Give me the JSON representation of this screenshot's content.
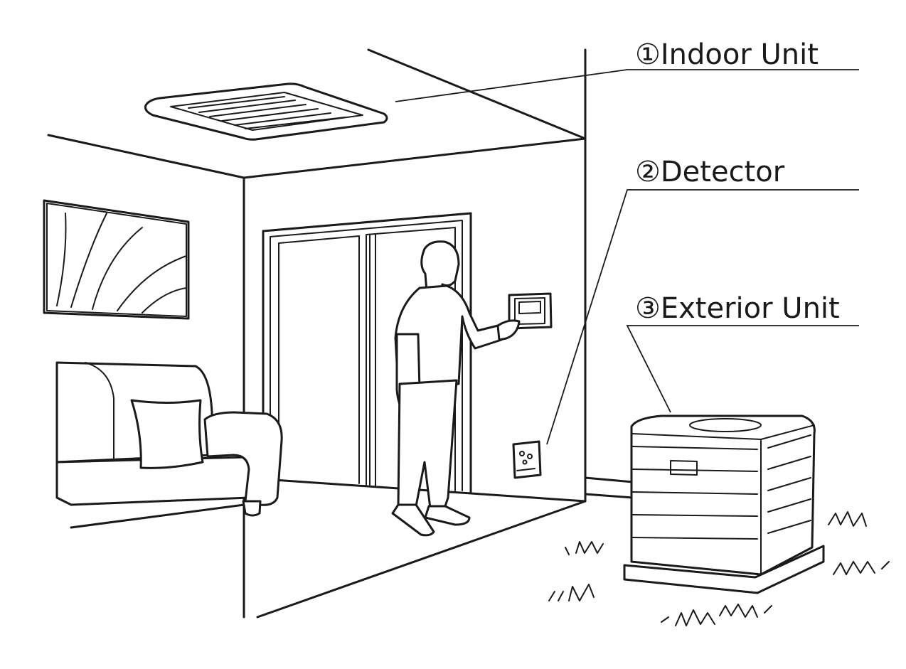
{
  "labels": [
    {
      "id": "indoor-unit",
      "number": "①",
      "text": "Indoor Unit"
    },
    {
      "id": "detector",
      "number": "②",
      "text": "Detector"
    },
    {
      "id": "exterior-unit",
      "number": "③",
      "text": "Exterior Unit"
    }
  ],
  "colors": {
    "line": "#1a1a1a",
    "background": "#ffffff"
  }
}
